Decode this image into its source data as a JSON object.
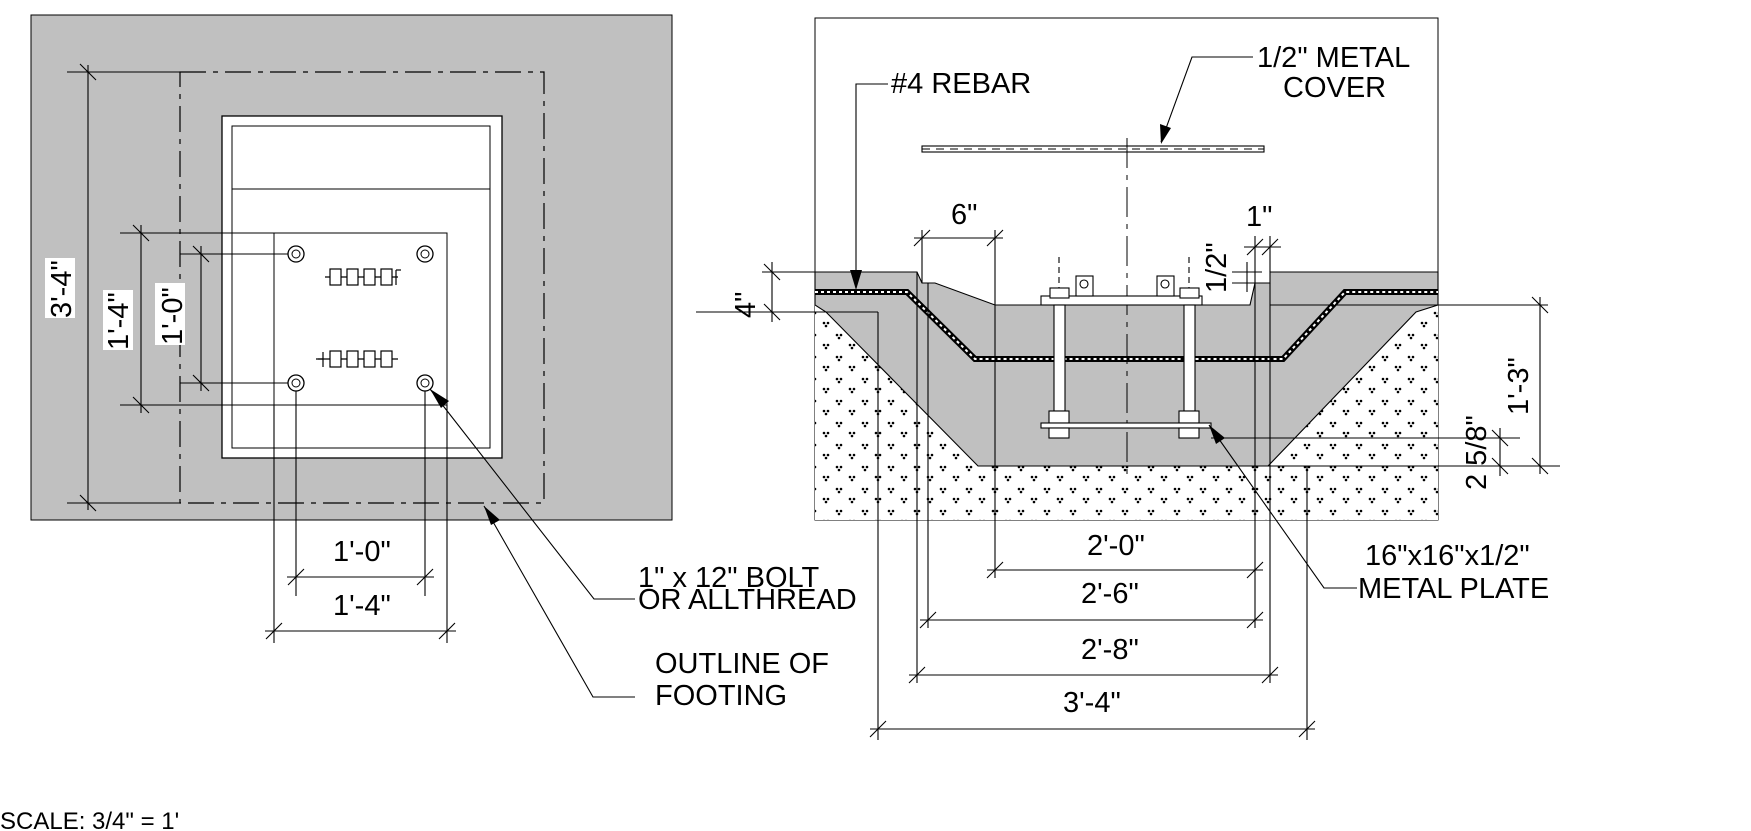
{
  "scale_note": "SCALE: 3/4\" = 1'",
  "colors": {
    "concrete": "#c0c0c0",
    "line": "#000000",
    "paper": "#ffffff"
  },
  "plan_view": {
    "dimensions": {
      "overall": "3'-4\"",
      "plate_vertical": "1'-4\"",
      "bolt_spacing_vertical": "1'-0\"",
      "bolt_spacing_horizontal": "1'-0\"",
      "plate_horizontal": "1'-4\""
    },
    "callouts": {
      "bolt": "1\" x 12\" BOLT\nOR ALLTHREAD",
      "footing": "OUTLINE OF\nFOOTING"
    }
  },
  "section_view": {
    "callouts": {
      "rebar": "#4 REBAR",
      "cover": "1/2\" METAL\nCOVER",
      "plate": "16\"x16\"x1/2\"\nMETAL PLATE"
    },
    "dimensions": {
      "top_offset": "6\"",
      "edge": "1\"",
      "half": "1/2\"",
      "slab": "4\"",
      "depth": "1'-3\"",
      "plate_clear": "2 5/8\"",
      "w1": "2'-0\"",
      "w2": "2'-6\"",
      "w3": "2'-8\"",
      "w4": "3'-4\""
    }
  }
}
